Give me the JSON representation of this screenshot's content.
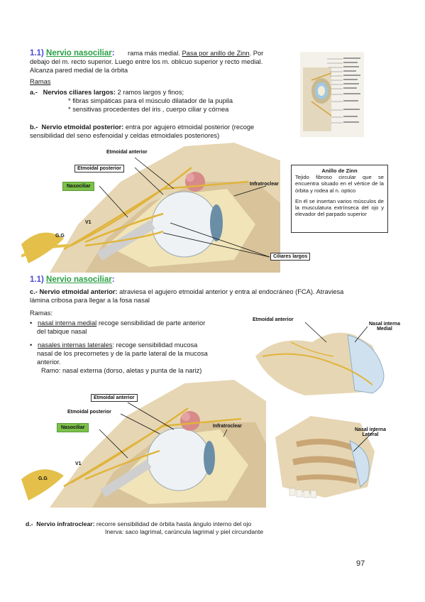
{
  "sec1": {
    "num": "1.1)",
    "title": "Nervio nasociliar",
    "colon": ":",
    "line1_a": "rama más medial.",
    "line1_b": "Pasa por anillo de Zinn",
    "line1_c": ". Por",
    "line2": "debajo del  m. recto superior. Luego entre los m. oblicuo superior y recto medial.",
    "line3": "Alcanza pared medial de la órbita",
    "ramas": "Ramas",
    "a_label": "a.-",
    "a_title": "Nervios ciliares largos:",
    "a_text": "2 ramos largos y finos;",
    "a_b1": "* fibras simpáticas para el músculo dilatador de la pupila",
    "a_b2": "* sensitivas procedentes del iris , cuerpo ciliar y córnea",
    "b_label": "b.-",
    "b_title": "Nervio etmoidal posterior:",
    "b_text1": "entra por agujero etmoidal posterior (recoge",
    "b_text2": "sensibilidad del seno esfenoidal y celdas etmoidales posteriores)"
  },
  "fig1": {
    "etmoidal_anterior": "Etmoidal anterior",
    "etmoidal_posterior": "Etmoidal posterior",
    "nasociliar": "Nasociliar",
    "infratroclear": "Infratroclear",
    "v1": "V1",
    "gg": "G.G",
    "ciliares_largos": "Ciliares largos"
  },
  "zinn": {
    "title": "Anillo de Zinn",
    "p1": "Tejido fibroso circular que se encuentra situado en el vértice de la órbita y rodea al n. optico",
    "p2": "En él se insertan varios músculos de la musculatura extrínseca del ojo y elevador del parpado superior"
  },
  "sec2": {
    "num": "1.1)",
    "title": "Nervio nasociliar",
    "colon": ":",
    "c_label": "c.-",
    "c_title": "Nervio etmoidal anterior:",
    "c_text1": "atraviesa el agujero etmoidal anterior y entra al endocráneo (FCA). Atraviesa",
    "c_text2": "lámina cribosa para llegar a la fosa nasal",
    "ramas": "Ramas:",
    "r1_u": "nasal interna medial",
    "r1_t": "recoge sensibilidad de parte anterior",
    "r1_t2": "del tabique nasal",
    "r2_u": "nasales internas laterales",
    "r2_t": ": recoge sensibilidad mucosa",
    "r2_t2": "nasal de los precornetes y de la parte lateral de la mucosa",
    "r2_t3": "anterior.",
    "ramo": "Ramo: nasal externa (dorso, aletas y punta de la nariz)"
  },
  "fig2": {
    "etmoidal_anterior": "Etmoidal anterior",
    "etmoidal_posterior": "Etmoidal posterior",
    "nasociliar": "Nasociliar",
    "infratroclear": "Infratroclear",
    "v1": "V1",
    "gg": "G.G"
  },
  "fig3": {
    "etmoidal_anterior": "Etmoidal anterior",
    "nasal_interna_medial": "Nasal interna",
    "nasal_interna_medial2": "Medial"
  },
  "fig4": {
    "nasal_interna_lateral": "Nasal interna",
    "nasal_interna_lateral2": "Lateral"
  },
  "sec_d": {
    "label": "d.-",
    "title": "Nervio infratroclear:",
    "text1": "recorre sensibilidad de órbita hasta ángulo interno del ojo",
    "text2": "Inerva: saco lagrimal, carúncula lagrimal y piel circundante"
  },
  "page_number": "97"
}
